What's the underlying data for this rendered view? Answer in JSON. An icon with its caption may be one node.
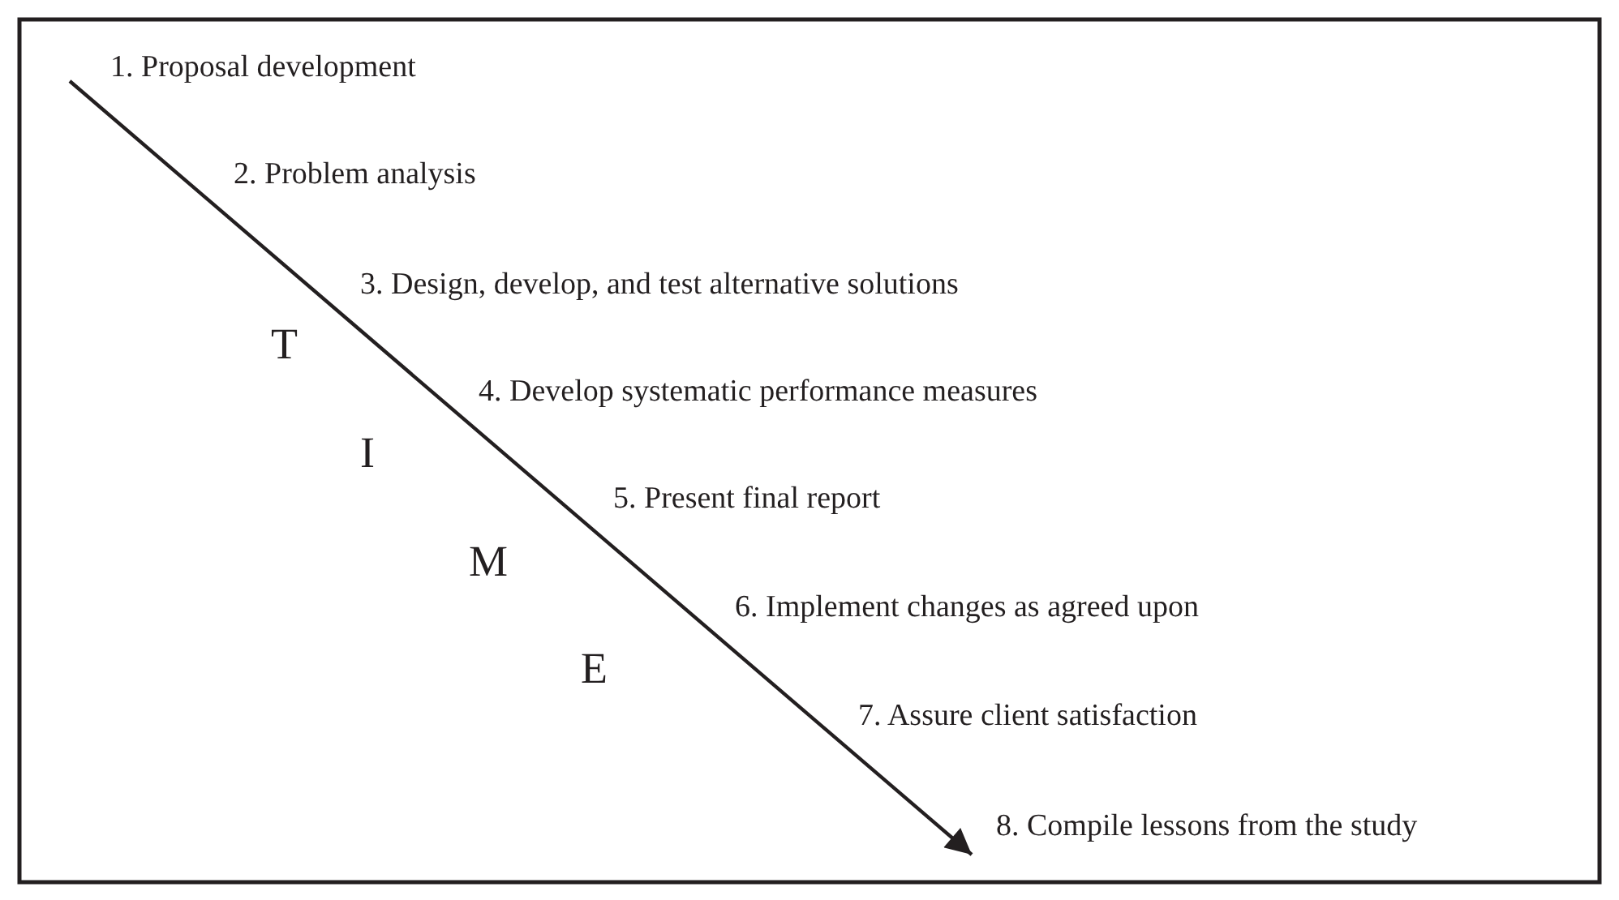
{
  "diagram": {
    "labels": [
      "1. Proposal development",
      "2. Problem analysis",
      "3. Design, develop, and test alternative solutions",
      "T",
      "4. Develop systematic performance measures",
      "I",
      "5. Present final report",
      "M",
      "6. Implement changes as agreed upon",
      "E",
      "7. Assure client satisfaction",
      "8. Compile lessons from the study"
    ]
  }
}
